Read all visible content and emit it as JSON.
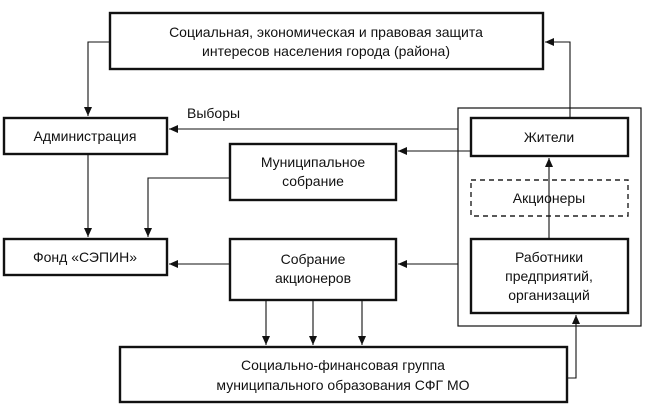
{
  "boxes": {
    "protection": {
      "line1": "Социальная, экономическая и правовая защита",
      "line2": "интересов населения города (района)"
    },
    "administration": {
      "label": "Администрация"
    },
    "residents": {
      "label": "Жители"
    },
    "municipal_assembly": {
      "line1": "Муниципальное",
      "line2": "собрание"
    },
    "shareholders": {
      "label": "Акционеры"
    },
    "fund": {
      "label": "Фонд «СЭПИН»"
    },
    "shareholders_meeting": {
      "line1": "Собрание",
      "line2": "акционеров"
    },
    "workers": {
      "line1": "Работники",
      "line2": "предприятий,",
      "line3": "организаций"
    },
    "sfg": {
      "line1": "Социально-финансовая группа",
      "line2": "муниципального образования СФГ МО"
    }
  },
  "edge_labels": {
    "elections": "Выборы"
  },
  "colors": {
    "line": "#111111",
    "background": "#ffffff"
  }
}
